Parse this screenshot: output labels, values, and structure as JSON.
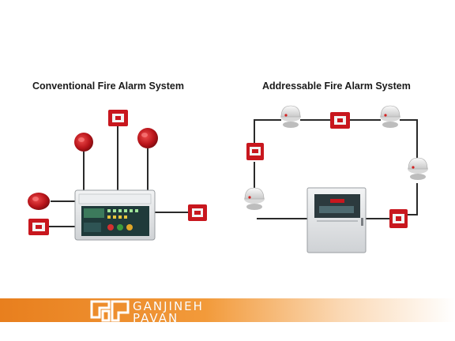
{
  "titles": {
    "conventional": "Conventional Fire Alarm System",
    "addressable": "Addressable Fire Alarm System"
  },
  "brand": {
    "line1": "GANJINEH",
    "line2": "PAVAN",
    "bar_color": "#e87f1e",
    "logo_icon": "ganjineh-pavan-logo-icon"
  },
  "colors": {
    "device_red": "#c8171e",
    "wire": "#2a2a2a",
    "panel_grey": "#e4e6e8"
  }
}
